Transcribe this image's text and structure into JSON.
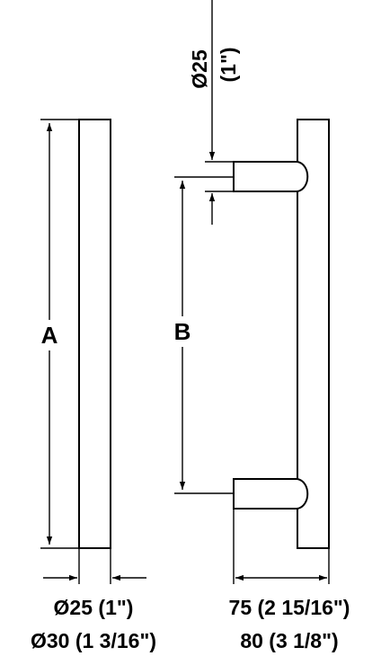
{
  "diagram": {
    "labels": {
      "dim_a": "A",
      "dim_b": "B",
      "post_diameter": "Ø25",
      "post_diameter_imperial": "(1\")",
      "bar_diameter_line1": "Ø25 (1\")",
      "bar_diameter_line2": "Ø30 (1 3/16\")",
      "projection_line1": "75 (2 15/16\")",
      "projection_line2": "80 (3 1/8\")"
    },
    "colors": {
      "stroke": "#000000",
      "fill": "#ffffff"
    }
  }
}
